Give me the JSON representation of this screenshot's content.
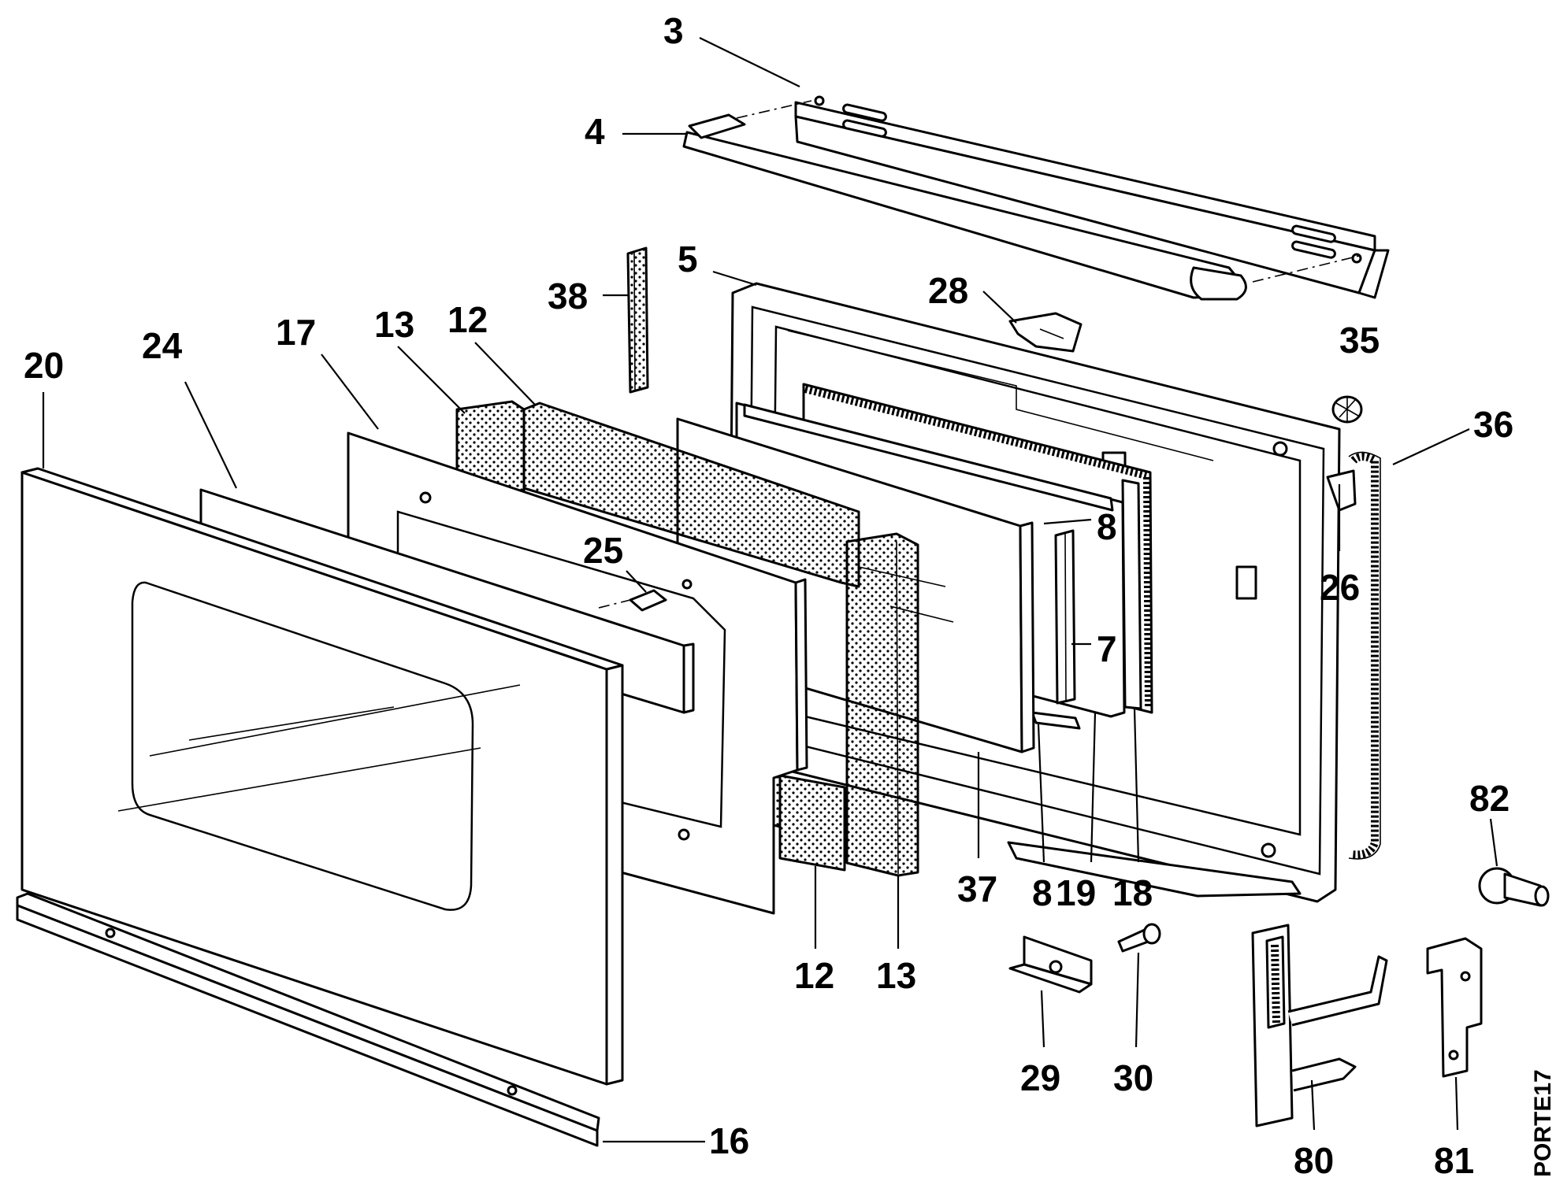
{
  "diagram_code": "PORTE17",
  "callouts": [
    {
      "id": "c3",
      "text": "3"
    },
    {
      "id": "c4",
      "text": "4"
    },
    {
      "id": "c5",
      "text": "5"
    },
    {
      "id": "c38",
      "text": "38"
    },
    {
      "id": "c28",
      "text": "28"
    },
    {
      "id": "c35",
      "text": "35"
    },
    {
      "id": "c36",
      "text": "36"
    },
    {
      "id": "c20",
      "text": "20"
    },
    {
      "id": "c24",
      "text": "24"
    },
    {
      "id": "c17",
      "text": "17"
    },
    {
      "id": "c13a",
      "text": "13"
    },
    {
      "id": "c12a",
      "text": "12"
    },
    {
      "id": "c8a",
      "text": "8"
    },
    {
      "id": "c25",
      "text": "25"
    },
    {
      "id": "c7",
      "text": "7"
    },
    {
      "id": "c26",
      "text": "26"
    },
    {
      "id": "c82",
      "text": "82"
    },
    {
      "id": "c37",
      "text": "37"
    },
    {
      "id": "c8b",
      "text": "8"
    },
    {
      "id": "c19",
      "text": "19"
    },
    {
      "id": "c18",
      "text": "18"
    },
    {
      "id": "c12b",
      "text": "12"
    },
    {
      "id": "c13b",
      "text": "13"
    },
    {
      "id": "c29",
      "text": "29"
    },
    {
      "id": "c30",
      "text": "30"
    },
    {
      "id": "c16",
      "text": "16"
    },
    {
      "id": "c80",
      "text": "80"
    },
    {
      "id": "c81",
      "text": "81"
    }
  ]
}
